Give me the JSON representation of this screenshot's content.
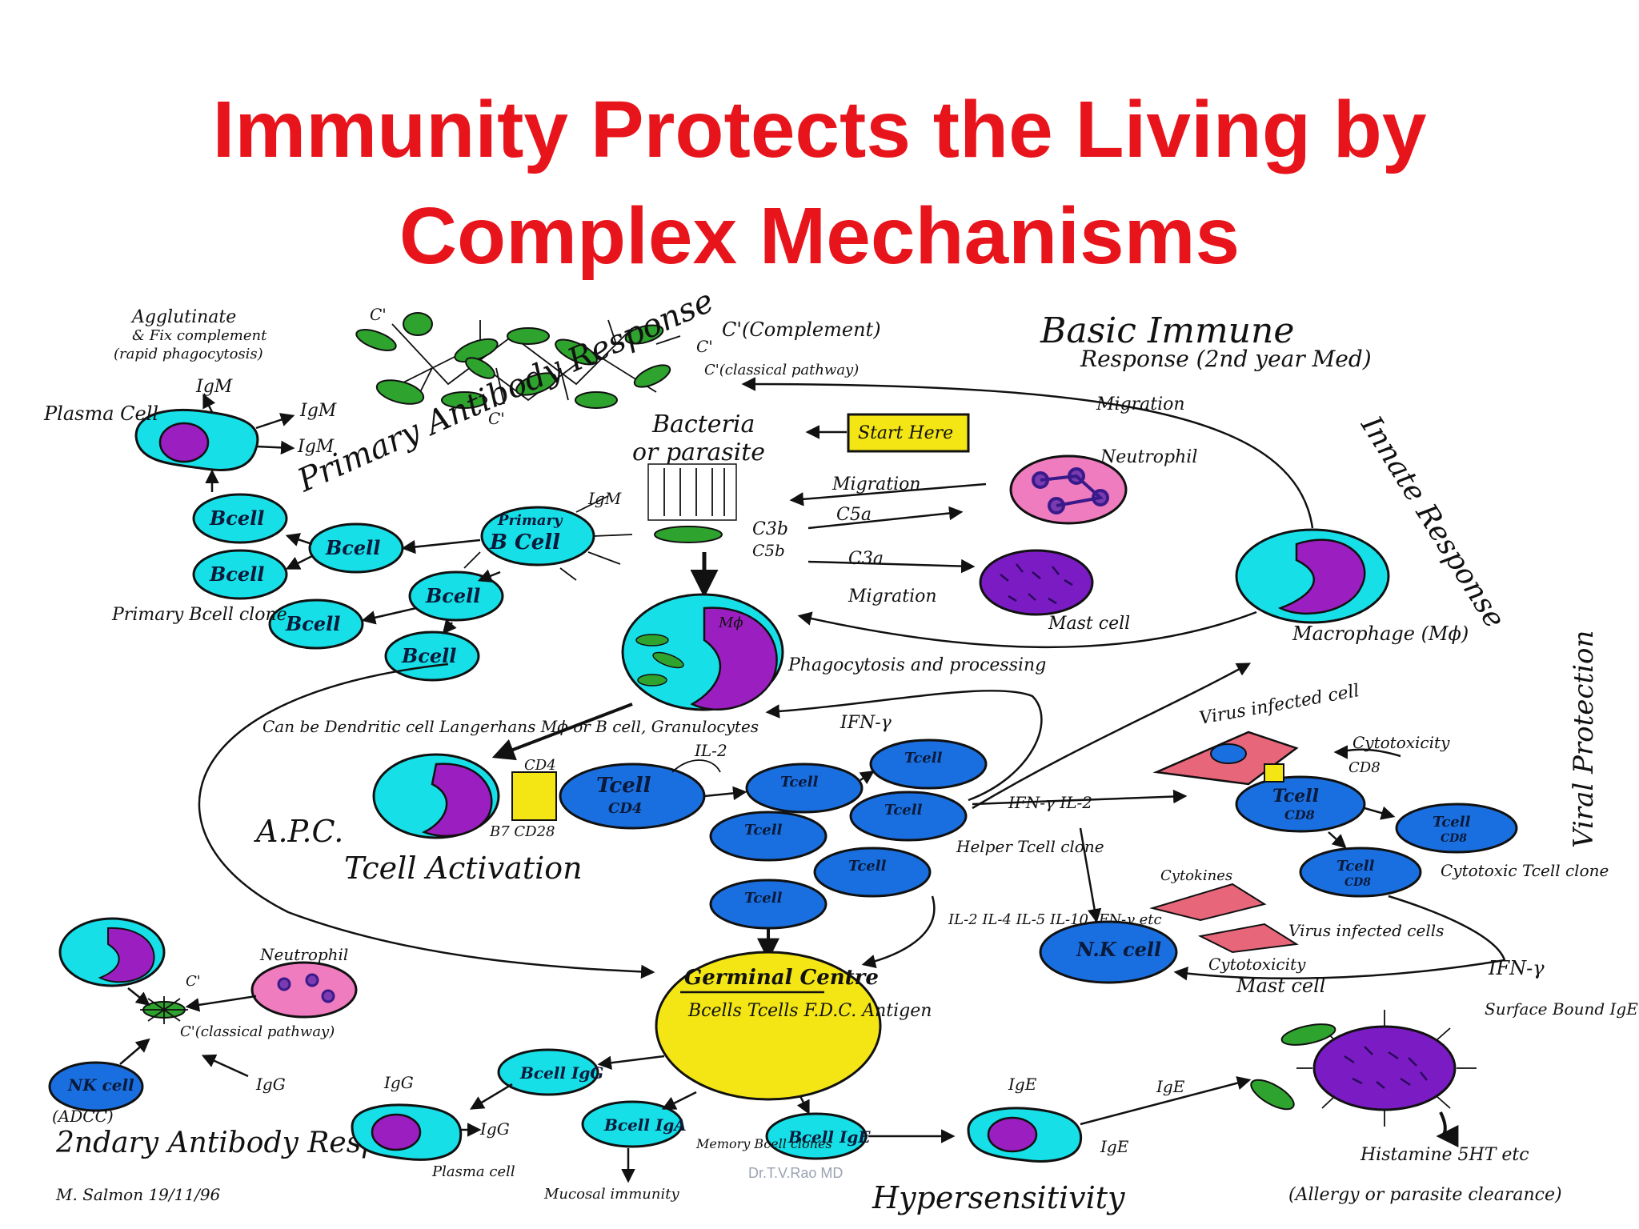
{
  "title": {
    "line1": "Immunity Protects the Living by",
    "line2": "Complex Mechanisms"
  },
  "colors": {
    "title": "#e8141c",
    "cyan_cell": "#16dfe8",
    "blue_cell": "#1a6fe0",
    "nucleus": "#9a1ec0",
    "green": "#2ea32e",
    "yellow": "#f4e615",
    "pink": "#f07cc0"
  },
  "header_labels": {
    "basic_immune": "Basic Immune",
    "response": "Response (2nd year Med)",
    "innate": "Innate Response",
    "viral_protection": "Viral Protection"
  },
  "complement": {
    "agglutinate": "Agglutinate",
    "and_fix": "& Fix complement",
    "rapid": "(rapid phagocytosis)",
    "c_complement": "C'(Complement)",
    "c_classical": "C'(classical pathway)",
    "c_prime": "C'",
    "c_prime_2": "C'",
    "c_prime_3": "C'"
  },
  "primary": {
    "plasma_cell": "Plasma Cell",
    "igm_1": "IgM",
    "igm_2": "IgM",
    "igm_3": "IgM",
    "igm_4": "IgM",
    "primary_antibody": "Primary Antibody Response",
    "primary_bcell_tag": "Primary",
    "primary_bcell": "B Cell",
    "bcell": "Bcell",
    "clone": "Primary Bcell clone"
  },
  "center": {
    "bacteria": "Bacteria",
    "or_parasite": "or parasite",
    "start_here": "Start Here",
    "migration": "Migration",
    "c5a": "C5a",
    "c3a": "C3a",
    "c3b": "C3b",
    "c5b": "C5b",
    "mig_left": "Migration",
    "phagocytosis_label": "Phagocytosis and processing",
    "mf": "Mϕ"
  },
  "innate": {
    "neutrophil": "Neutrophil",
    "mast_cell": "Mast cell",
    "macrophage": "Macrophage (Mϕ)",
    "migration_top": "Migration"
  },
  "tcell": {
    "apc_note": "Can be Dendritic cell Langerhans Mϕ or B cell, Granulocytes",
    "apc": "A.P.C.",
    "cd4_label": "CD4",
    "b7": "B7 CD28",
    "tcell_activation": "Tcell Activation",
    "tcell": "Tcell",
    "cd4": "CD4",
    "il2": "IL-2",
    "ifny": "IFN-γ",
    "helper_clone": "Helper Tcell clone",
    "il_list": "IL-2 IL-4 IL-5 IL-10 IFN-γ etc",
    "ifny_il2": "IFN-γ IL-2"
  },
  "viral": {
    "virus_infected": "Virus infected cell",
    "cytotoxicity": "Cytotoxicity",
    "cd8_label": "CD8",
    "cd8": "CD8",
    "cytotoxic_clone": "Cytotoxic Tcell clone",
    "nk_cell": "N.K cell",
    "virus_infected_cells": "Virus infected cells",
    "cytotoxicity_2": "Cytotoxicity",
    "ifny": "IFN-γ",
    "cytokine_lbl": "Cytokines"
  },
  "germinal": {
    "title": "Germinal Centre",
    "items": "Bcells Tcells F.D.C. Antigen"
  },
  "bottom": {
    "neutrophil": "Neutrophil",
    "c_classical": "C'(classical pathway)",
    "c_prime": "C'",
    "nk_cell": "NK cell",
    "adcc": "(ADCC)",
    "secondary": "2ndary Antibody Response",
    "author": "M. Salmon 19/11/96",
    "igg_1": "IgG",
    "igg_2": "IgG",
    "igg_3": "IgG",
    "plasma_cell": "Plasma cell",
    "bcell_igg": "Bcell IgG",
    "bcell_iga": "Bcell IgA",
    "bcell_ige": "Bcell IgE",
    "memory": "Memory Bcell clones",
    "mucosal": "Mucosal immunity",
    "ige_1": "IgE",
    "ige_2": "IgE",
    "ige_3": "IgE",
    "hypersensitivity": "Hypersensitivity",
    "mast_cell": "Mast cell",
    "surface_ige": "Surface Bound IgE",
    "histamine": "Histamine 5HT etc",
    "allergy": "(Allergy or parasite clearance)",
    "watermark": "Dr.T.V.Rao MD"
  }
}
